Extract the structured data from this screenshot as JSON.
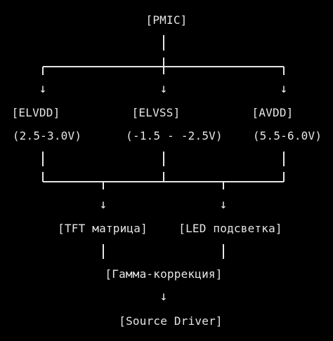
{
  "colors": {
    "background": "#000000",
    "text": "#e6e6e6",
    "lines": "#e6e6e6"
  },
  "nodes": {
    "pmic": "[PMIC]",
    "elvdd": "[ELVDD]",
    "elvdd_range": "(2.5-3.0V)",
    "elvss": "[ELVSS]",
    "elvss_range": "(-1.5 - -2.5V)",
    "avdd": "[AVDD]",
    "avdd_range": "(5.5-6.0V)",
    "tft": "[TFT матрица]",
    "led": "[LED подсветка]",
    "gamma": "[Гамма-коррекция]",
    "source": "[Source Driver]"
  },
  "glyphs": {
    "arrow": "↓",
    "pipe": "|"
  }
}
